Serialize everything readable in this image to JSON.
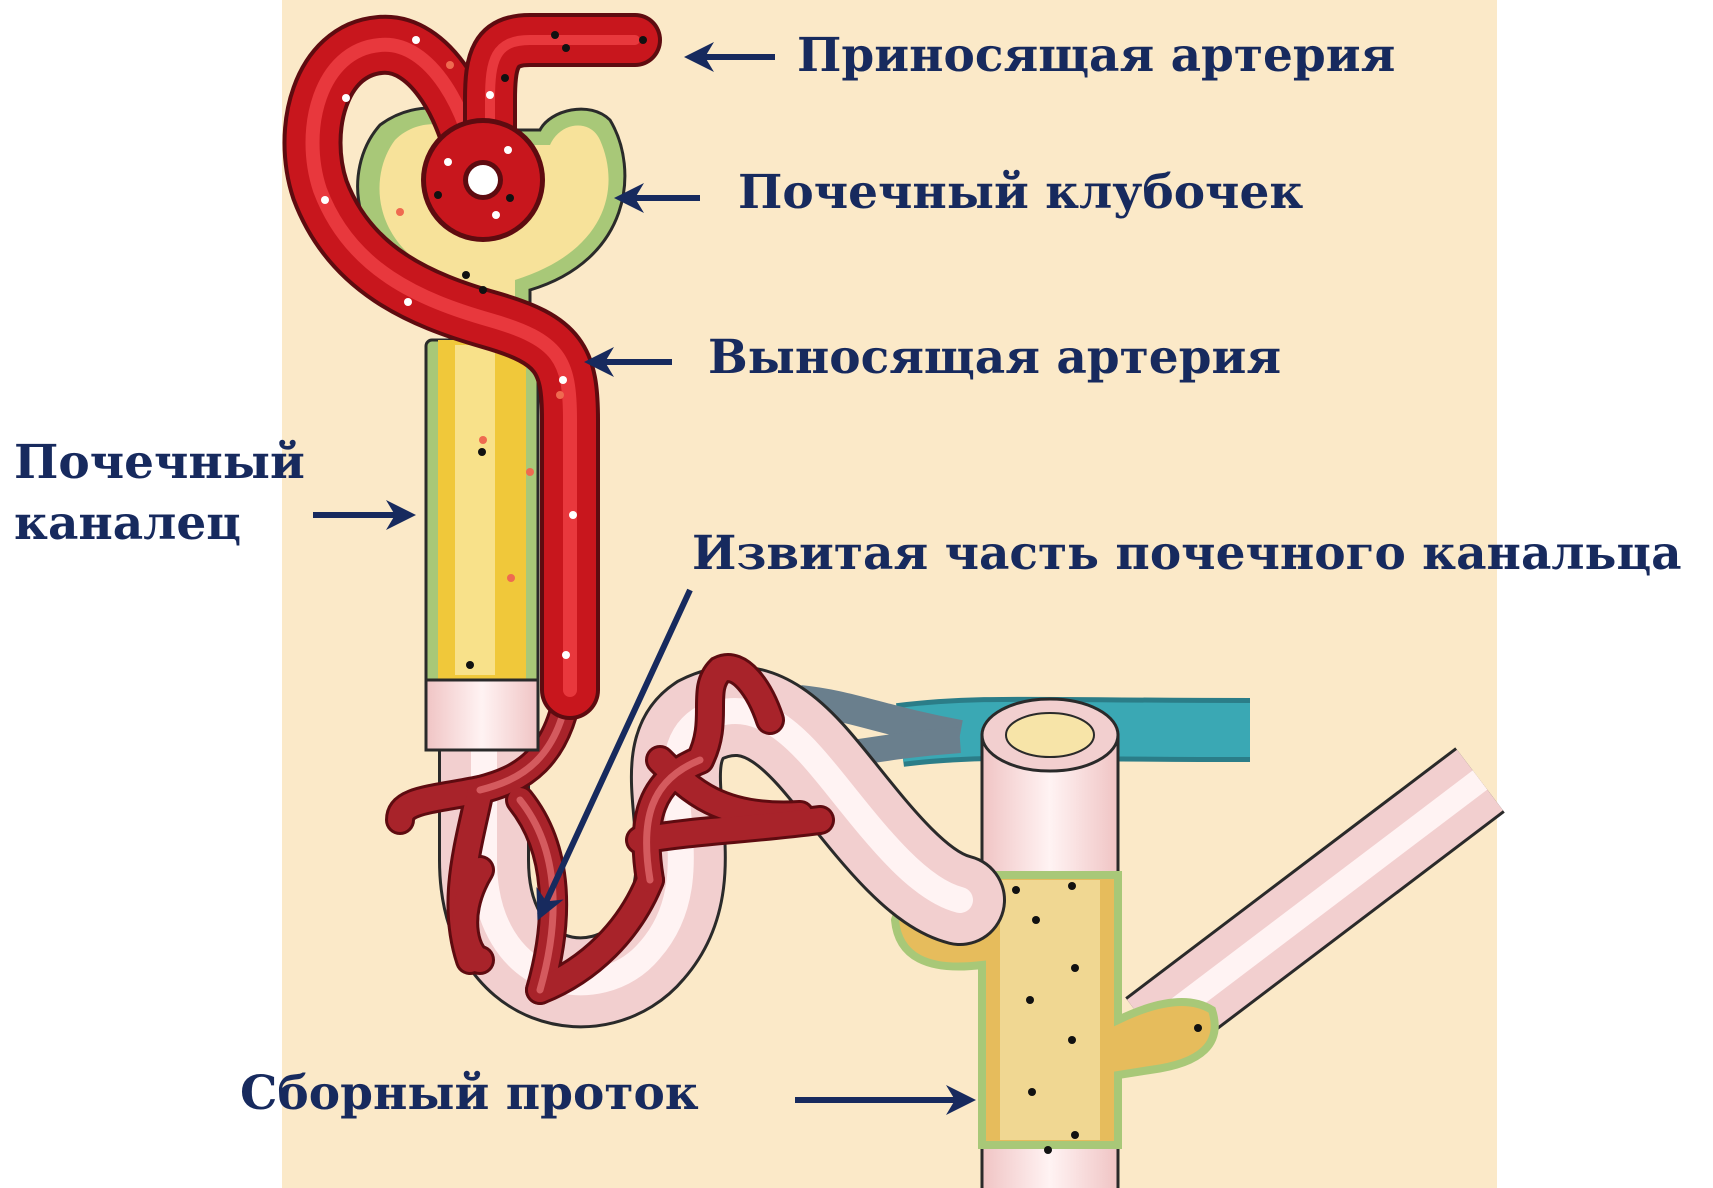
{
  "labels": {
    "afferent_artery": "Приносящая артерия",
    "glomerulus": "Почечный клубочек",
    "efferent_artery": "Выносящая артерия",
    "tubule_line1": "Почечный",
    "tubule_line2": "каналец",
    "convoluted_part": "Извитая часть почечного канальца",
    "collecting_duct": "Сборный проток"
  },
  "colors": {
    "background_panel": "#fbe9c8",
    "artery_red": "#c8161d",
    "vessel_dark_red": "#a8232a",
    "tubule_yellow": "#f0c83a",
    "tubule_pink": "#f2cfcf",
    "epithelium_green": "#a8c878",
    "duct_orange": "#e0a830",
    "vein_teal": "#3aa8b4",
    "label_navy": "#172a5e"
  }
}
